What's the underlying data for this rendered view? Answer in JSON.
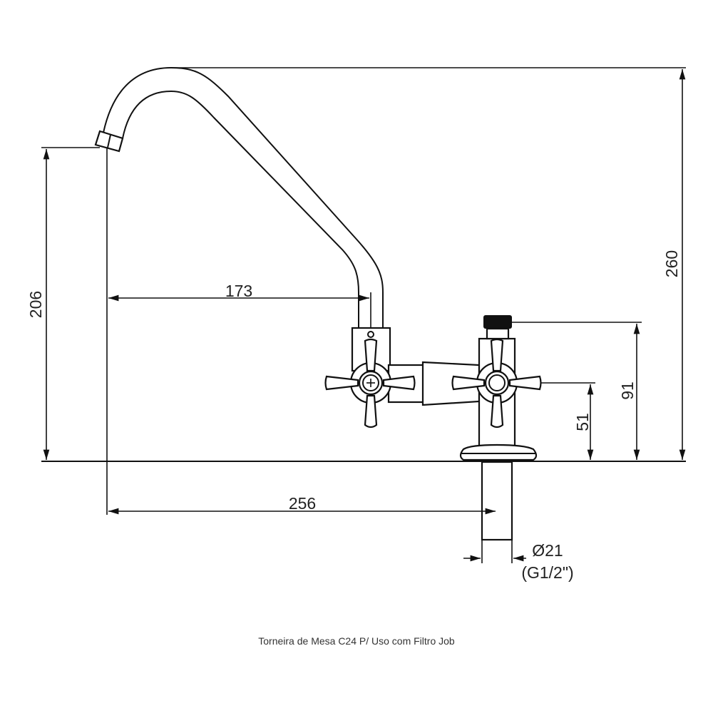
{
  "caption": "Torneira de Mesa C24 P/ Uso com Filtro Job",
  "dimensions": {
    "spout_height": "206",
    "spout_reach": "173",
    "total_reach": "256",
    "total_height": "260",
    "handle_height": "51",
    "filter_height": "91",
    "pipe_diameter": "Ø21",
    "thread": "(G1/2\")"
  },
  "colors": {
    "line": "#111111",
    "background": "#ffffff"
  }
}
